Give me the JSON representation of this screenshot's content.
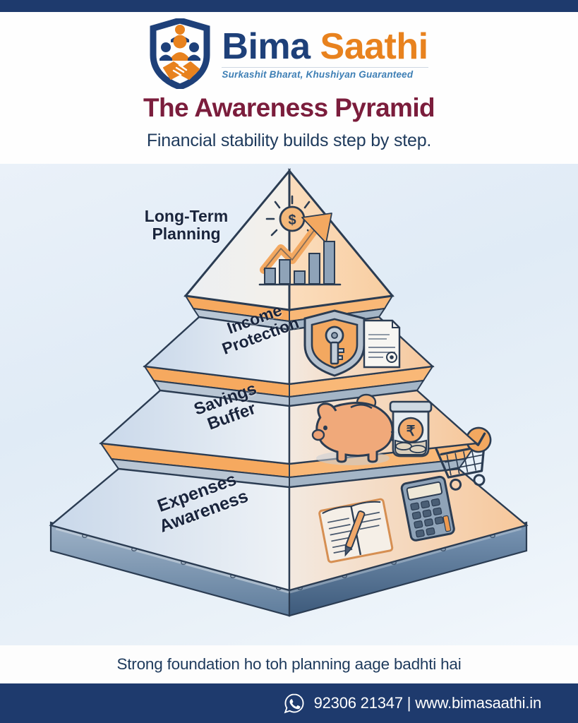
{
  "brand": {
    "logo_icon": "shield-people-handshake-icon",
    "name_part1": "Bima",
    "name_part2": "Saathi",
    "tagline": "Surkashit Bharat, Khushiyan Guaranteed",
    "navy": "#1e3a6d",
    "orange": "#e8821e",
    "maroon": "#7b1d3c"
  },
  "header": {
    "title": "The Awareness Pyramid",
    "subtitle": "Financial stability builds step by step."
  },
  "pyramid": {
    "tiers": [
      {
        "level": 1,
        "label": "Long-Term\nPlanning",
        "icons": [
          "dollar-coin-icon",
          "growth-arrow-icon",
          "bar-chart-icon"
        ]
      },
      {
        "level": 2,
        "label": "Income\nProtection",
        "icons": [
          "shield-key-icon",
          "policy-document-icon"
        ]
      },
      {
        "level": 3,
        "label": "Savings\nBuffer",
        "icons": [
          "piggy-bank-icon",
          "coins-icon",
          "rupee-jar-icon"
        ]
      },
      {
        "level": 4,
        "label": "Expenses\nAwareness",
        "icons": [
          "notebook-pen-icon",
          "calculator-icon",
          "shopping-cart-check-icon"
        ]
      }
    ]
  },
  "footer": {
    "tagline": "Strong foundation ho toh planning aage badhti hai",
    "whatsapp_icon": "whatsapp-icon",
    "contact": "92306 21347 | www.bimasaathi.in"
  }
}
